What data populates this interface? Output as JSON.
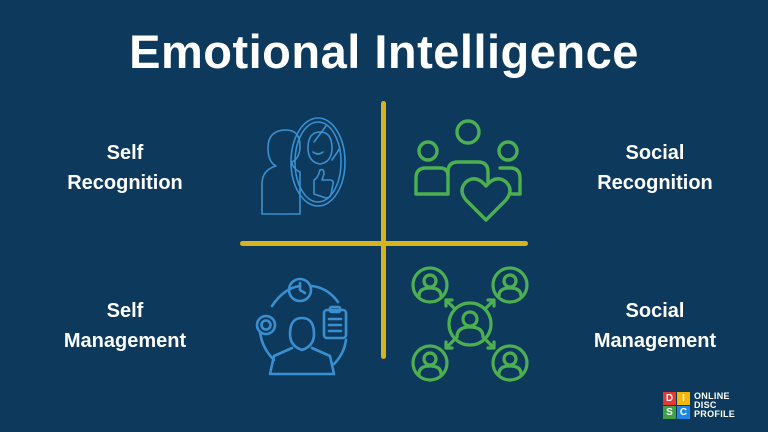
{
  "title": "Emotional Intelligence",
  "quadrants": {
    "top_left": {
      "line1": "Self",
      "line2": "Recognition",
      "icon": "person-mirror-icon",
      "color": "#3a8fd0"
    },
    "top_right": {
      "line1": "Social",
      "line2": "Recognition",
      "icon": "group-heart-icon",
      "color": "#4caf50"
    },
    "bottom_left": {
      "line1": "Self",
      "line2": "Management",
      "icon": "person-clock-gear-clipboard-icon",
      "color": "#3a8fd0"
    },
    "bottom_right": {
      "line1": "Social",
      "line2": "Management",
      "icon": "network-users-icon",
      "color": "#4caf50"
    }
  },
  "colors": {
    "background": "#0d3a5c",
    "divider": "#d8b31c",
    "blue": "#3a8fd0",
    "green": "#4caf50"
  },
  "logo": {
    "tiles": [
      {
        "letter": "D",
        "color": "#e53935"
      },
      {
        "letter": "I",
        "color": "#f5b800"
      },
      {
        "letter": "S",
        "color": "#43a047"
      },
      {
        "letter": "C",
        "color": "#1e88e5"
      }
    ],
    "line1": "ONLINE",
    "line2": "DISC",
    "line3": "PROFILE"
  }
}
